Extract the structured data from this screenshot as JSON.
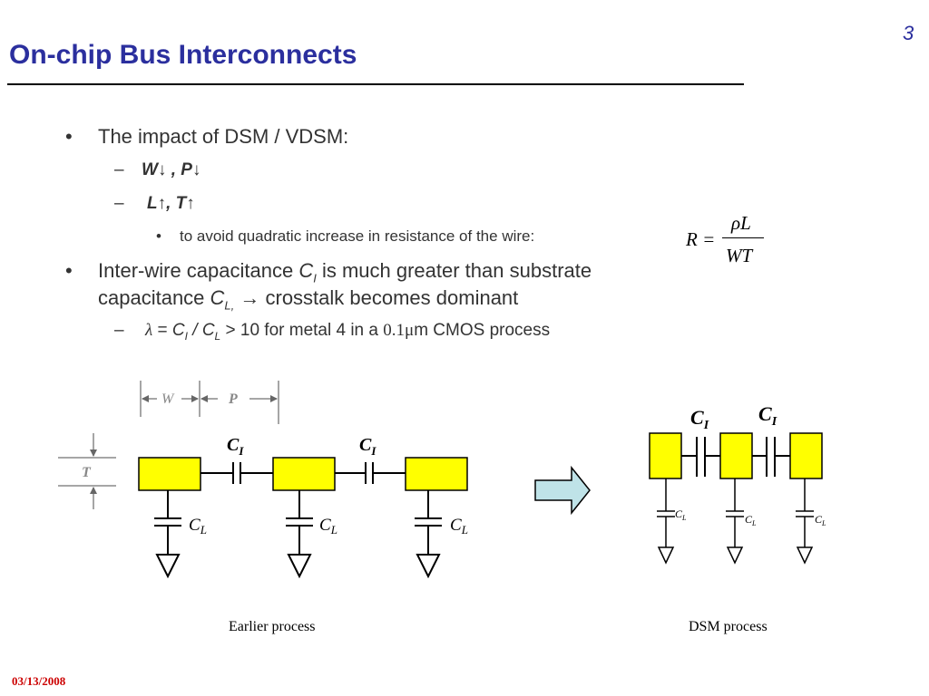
{
  "slide": {
    "title": "On-chip Bus Interconnects",
    "page_number": "3",
    "date": "03/13/2008"
  },
  "bullets": {
    "b1": "The impact of DSM / VDSM:",
    "b1_sub1": {
      "w": "W",
      "arrow1": "↓",
      "sep": " , ",
      "p": "P",
      "arrow2": "↓"
    },
    "b1_sub2": {
      "l": "L",
      "arrow1": "↑",
      "sep": ", ",
      "t": "T",
      "arrow2": "↑"
    },
    "b1_sub2_sub": "to avoid quadratic increase in resistance of the wire:",
    "b2_line1_pre": "Inter-wire capacitance ",
    "b2_ci": "C",
    "b2_ci_sub": "I",
    "b2_line1_post": " is much greater than substrate",
    "b2_line2_pre": "capacitance ",
    "b2_cl": "C",
    "b2_cl_sub": "L,",
    "b2_line2_post": " → crosstalk becomes dominant",
    "b2_sub": {
      "lambda": "λ",
      "eq": " = ",
      "ci": "C",
      "ci_sub": "I",
      "slash": " / ",
      "cl": "C",
      "cl_sub": "L",
      "rest": " > 10 for metal 4 in a ",
      "val": "0.1",
      "mu": "μ",
      "unit": "m CMOS process"
    }
  },
  "formula": {
    "lhs": "R =",
    "num": "ρL",
    "den": "WT"
  },
  "diagram_left": {
    "w_label": "W",
    "p_label": "P",
    "t_label": "T",
    "ci_label": "C",
    "ci_sub": "I",
    "cl_label": "C",
    "cl_sub": "L",
    "caption": "Earlier process"
  },
  "diagram_right": {
    "ci_label": "C",
    "ci_sub": "I",
    "cl_label": "C",
    "cl_sub": "L",
    "caption": "DSM process"
  },
  "colors": {
    "title": "#2b2f9e",
    "wire_fill": "#ffff00",
    "dim_gray": "#888888",
    "arrow_fill": "#bfe3e8",
    "date": "#cc0000"
  }
}
